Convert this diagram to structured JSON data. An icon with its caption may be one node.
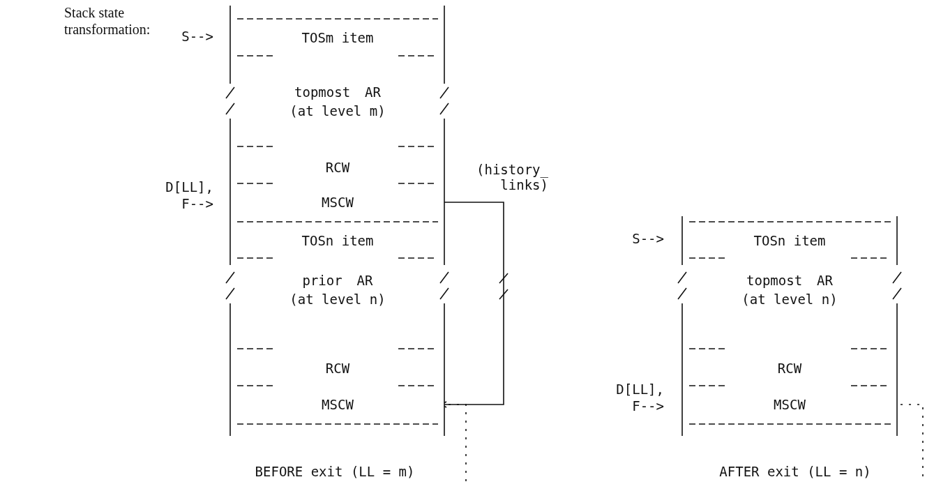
{
  "diagram": {
    "title": "Stack state transformation:",
    "nodes": [
      {
        "text": [
          "TOSm item"
        ]
      },
      {
        "text": [
          "topmost AR (at level m)"
        ]
      },
      {
        "text": [
          "RCW"
        ]
      },
      {
        "text": [
          "MSCW"
        ]
      },
      {
        "text": [
          "TOSn item"
        ]
      },
      {
        "text": [
          "prior AR (at level n)"
        ]
      },
      {
        "text": [
          "RCW"
        ]
      },
      {
        "text": [
          "MSCW"
        ]
      },
      {
        "text": [
          "TOSn item"
        ]
      },
      {
        "text": [
          "topmost AR (at level n)"
        ]
      },
      {
        "text": [
          "RCW"
        ]
      },
      {
        "text": [
          "MSCW"
        ]
      }
    ],
    "edges": [
      {
        "from": 3,
        "to": 7,
        "arrow": "to",
        "label": "(history_ links)"
      },
      {
        "from": 7,
        "to": null,
        "arrow": "none",
        "style": "dashed"
      },
      {
        "from": 11,
        "to": null,
        "arrow": "none",
        "style": "dashed"
      }
    ],
    "labels": [
      "S-->",
      "D[LL], F-->",
      "S-->",
      "D[LL], F-->",
      "BEFORE exit (LL = m)",
      "AFTER exit (LL = n)"
    ]
  }
}
